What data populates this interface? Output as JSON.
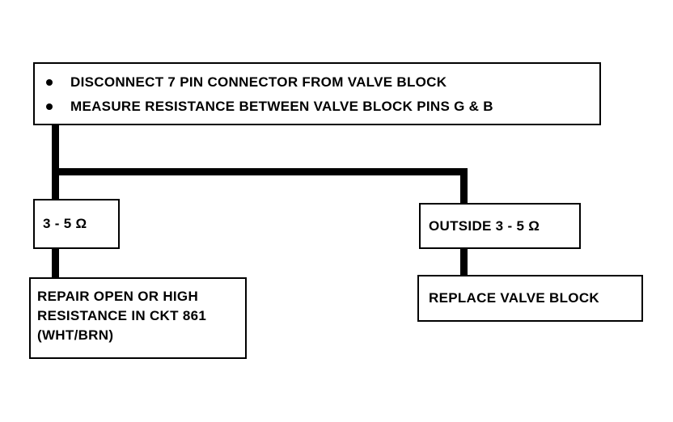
{
  "diagram": {
    "start_box": {
      "steps": [
        "DISCONNECT 7 PIN CONNECTOR FROM VALVE BLOCK",
        "MEASURE RESISTANCE BETWEEN VALVE BLOCK PINS G & B"
      ]
    },
    "branches": [
      {
        "condition": "3 - 5 Ω",
        "action": "REPAIR OPEN OR HIGH\nRESISTANCE IN CKT 861\n(WHT/BRN)"
      },
      {
        "condition": "OUTSIDE 3 - 5 Ω",
        "action": "REPLACE VALVE BLOCK"
      }
    ]
  }
}
